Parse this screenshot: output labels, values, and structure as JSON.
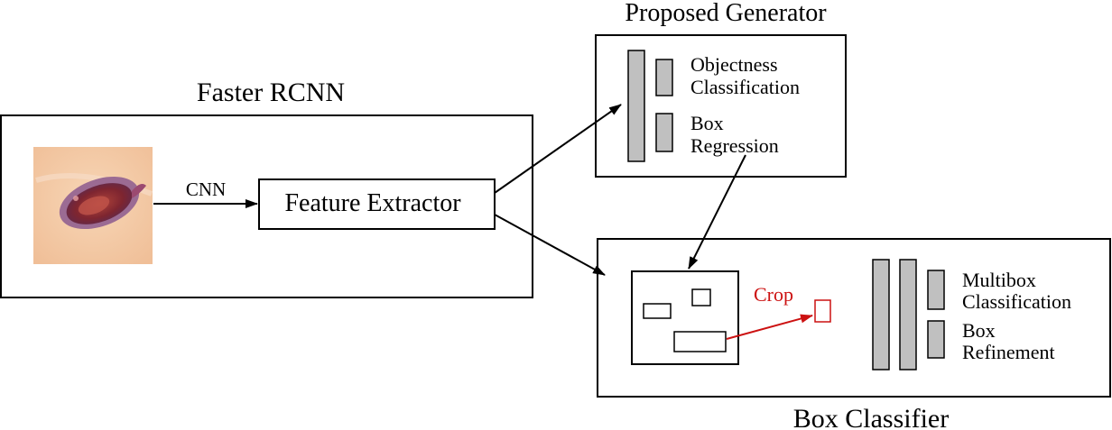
{
  "faster_rcnn": {
    "title": "Faster RCNN",
    "edge_label": "CNN",
    "feature_extractor_label": "Feature Extractor"
  },
  "proposal_generator": {
    "title": "Proposed Generator",
    "objectness_line1": "Objectness",
    "objectness_line2": "Classification",
    "box_regression_line1": "Box",
    "box_regression_line2": "Regression"
  },
  "box_classifier": {
    "title": "Box Classifier",
    "crop_label": "Crop",
    "multibox_line1": "Multibox",
    "multibox_line2": "Classification",
    "refinement_line1": "Box",
    "refinement_line2": "Refinement"
  },
  "colors": {
    "stroke": "#000000",
    "layer_fill": "#c0c0c0",
    "crop": "#cc1111",
    "skin": "#f3c9a4",
    "lesion_outer": "#7a3a6a",
    "lesion_inner": "#8c2a2a"
  },
  "image_semantic": "skin-lesion-photo"
}
